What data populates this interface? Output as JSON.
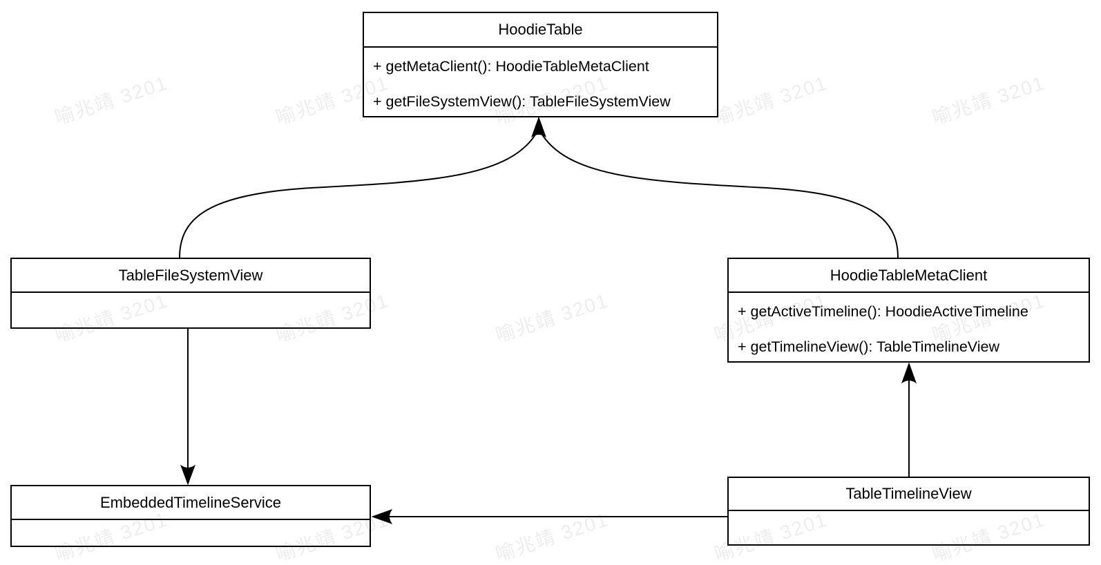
{
  "diagram": {
    "background_color": "#ffffff",
    "line_color": "#000000",
    "classes": {
      "hoodie_table": {
        "title": "HoodieTable",
        "methods": [
          "+ getMetaClient(): HoodieTableMetaClient",
          "+ getFileSystemView(): TableFileSystemView"
        ]
      },
      "table_file_system_view": {
        "title": "TableFileSystemView",
        "methods": []
      },
      "hoodie_table_meta_client": {
        "title": "HoodieTableMetaClient",
        "methods": [
          "+ getActiveTimeline(): HoodieActiveTimeline",
          "+ getTimelineView(): TableTimelineView"
        ]
      },
      "embedded_timeline_service": {
        "title": "EmbeddedTimelineService",
        "methods": []
      },
      "table_timeline_view": {
        "title": "TableTimelineView",
        "methods": []
      }
    },
    "relationships": [
      {
        "from": "TableFileSystemView",
        "to": "HoodieTable",
        "style": "curved-arrow"
      },
      {
        "from": "HoodieTableMetaClient",
        "to": "HoodieTable",
        "style": "curved-arrow"
      },
      {
        "from": "TableFileSystemView",
        "to": "EmbeddedTimelineService",
        "style": "straight-arrow"
      },
      {
        "from": "TableTimelineView",
        "to": "HoodieTableMetaClient",
        "style": "straight-arrow"
      },
      {
        "from": "TableTimelineView",
        "to": "EmbeddedTimelineService",
        "style": "straight-arrow"
      }
    ],
    "watermark": {
      "text": "喻兆靖 3201",
      "color": "rgba(0,0,0,0.07)"
    }
  }
}
